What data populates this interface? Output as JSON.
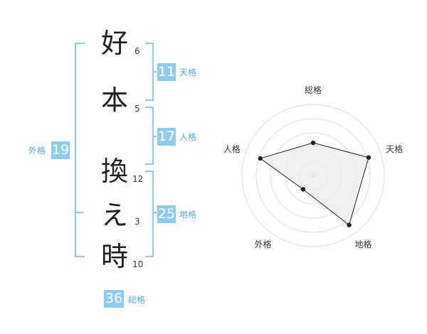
{
  "name_chars": [
    {
      "char": "好",
      "strokes": "6"
    },
    {
      "char": "本",
      "strokes": "5"
    },
    {
      "char": "換",
      "strokes": "12"
    },
    {
      "char": "え",
      "strokes": "3"
    },
    {
      "char": "時",
      "strokes": "10"
    }
  ],
  "kaku": {
    "tenkaku": {
      "value": "11",
      "label": "天格"
    },
    "jinkaku": {
      "value": "17",
      "label": "人格"
    },
    "chikaku": {
      "value": "25",
      "label": "地格"
    },
    "gaikaku": {
      "value": "19",
      "label": "外格"
    },
    "soukaku": {
      "value": "36",
      "label": "総格"
    }
  },
  "colors": {
    "accent": "#8ecbf0",
    "label_text": "#5aa9dd",
    "radar_fill": "#eeeeee",
    "radar_ring": "#dddddd"
  },
  "chart_data": {
    "type": "radar",
    "axes": [
      "総格",
      "天格",
      "地格",
      "外格",
      "人格"
    ],
    "values": [
      2.3,
      4.1,
      4.3,
      1.2,
      3.9
    ],
    "rmax": 5,
    "rings": 5
  }
}
